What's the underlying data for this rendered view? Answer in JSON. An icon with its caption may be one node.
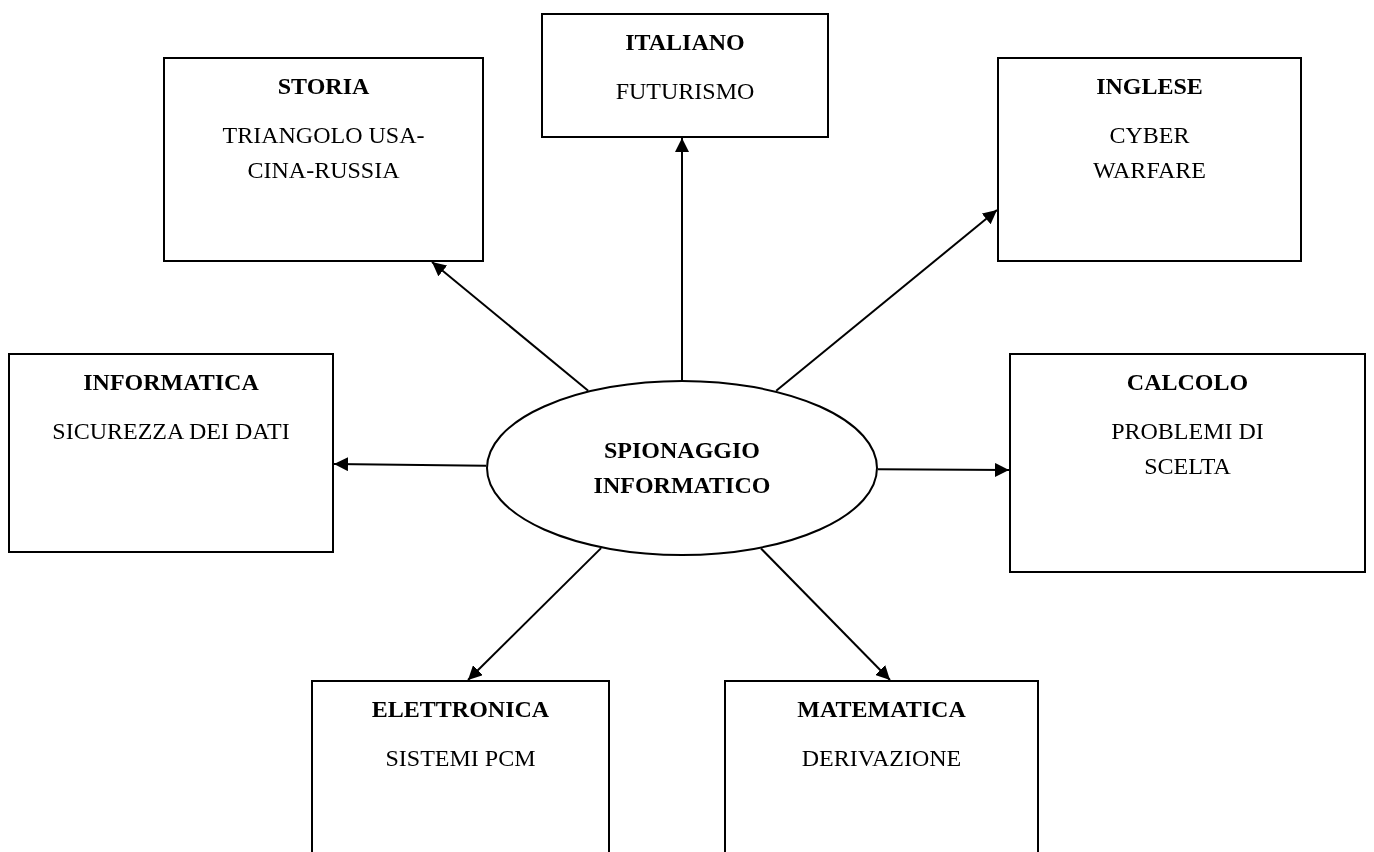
{
  "diagram": {
    "nodes": [
      {
        "text": [
          "SPIONAGGIO INFORMATICO"
        ]
      },
      {
        "text": [
          "ITALIANO",
          "FUTURISMO"
        ]
      },
      {
        "text": [
          "STORIA",
          "TRIANGOLO USA-CINA-RUSSIA"
        ]
      },
      {
        "text": [
          "INGLESE",
          "CYBER WARFARE"
        ]
      },
      {
        "text": [
          "INFORMATICA",
          "SICUREZZA DEI DATI"
        ]
      },
      {
        "text": [
          "CALCOLO",
          "PROBLEMI DI SCELTA"
        ]
      },
      {
        "text": [
          "ELETTRONICA",
          "SISTEMI PCM"
        ]
      },
      {
        "text": [
          "MATEMATICA",
          "DERIVAZIONE"
        ]
      }
    ],
    "edges": [
      {
        "from": 0,
        "to": 1,
        "arrow": "to"
      },
      {
        "from": 0,
        "to": 2,
        "arrow": "to"
      },
      {
        "from": 0,
        "to": 3,
        "arrow": "to"
      },
      {
        "from": 0,
        "to": 4,
        "arrow": "to"
      },
      {
        "from": 0,
        "to": 5,
        "arrow": "to"
      },
      {
        "from": 0,
        "to": 6,
        "arrow": "to"
      },
      {
        "from": 0,
        "to": 7,
        "arrow": "to"
      }
    ]
  }
}
